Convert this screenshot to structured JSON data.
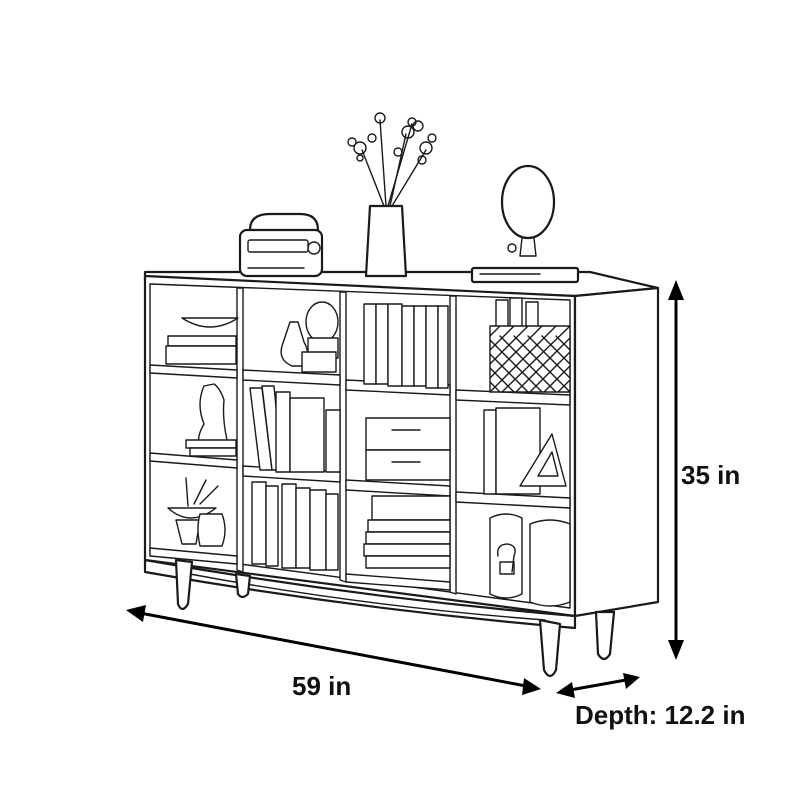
{
  "dimensions": {
    "width": "59 in",
    "height": "35 in",
    "depth": "Depth: 12.2 in"
  },
  "colors": {
    "line": "#1a1a1a",
    "background": "#ffffff"
  },
  "icons": {
    "product": "bookcase-line-drawing"
  }
}
